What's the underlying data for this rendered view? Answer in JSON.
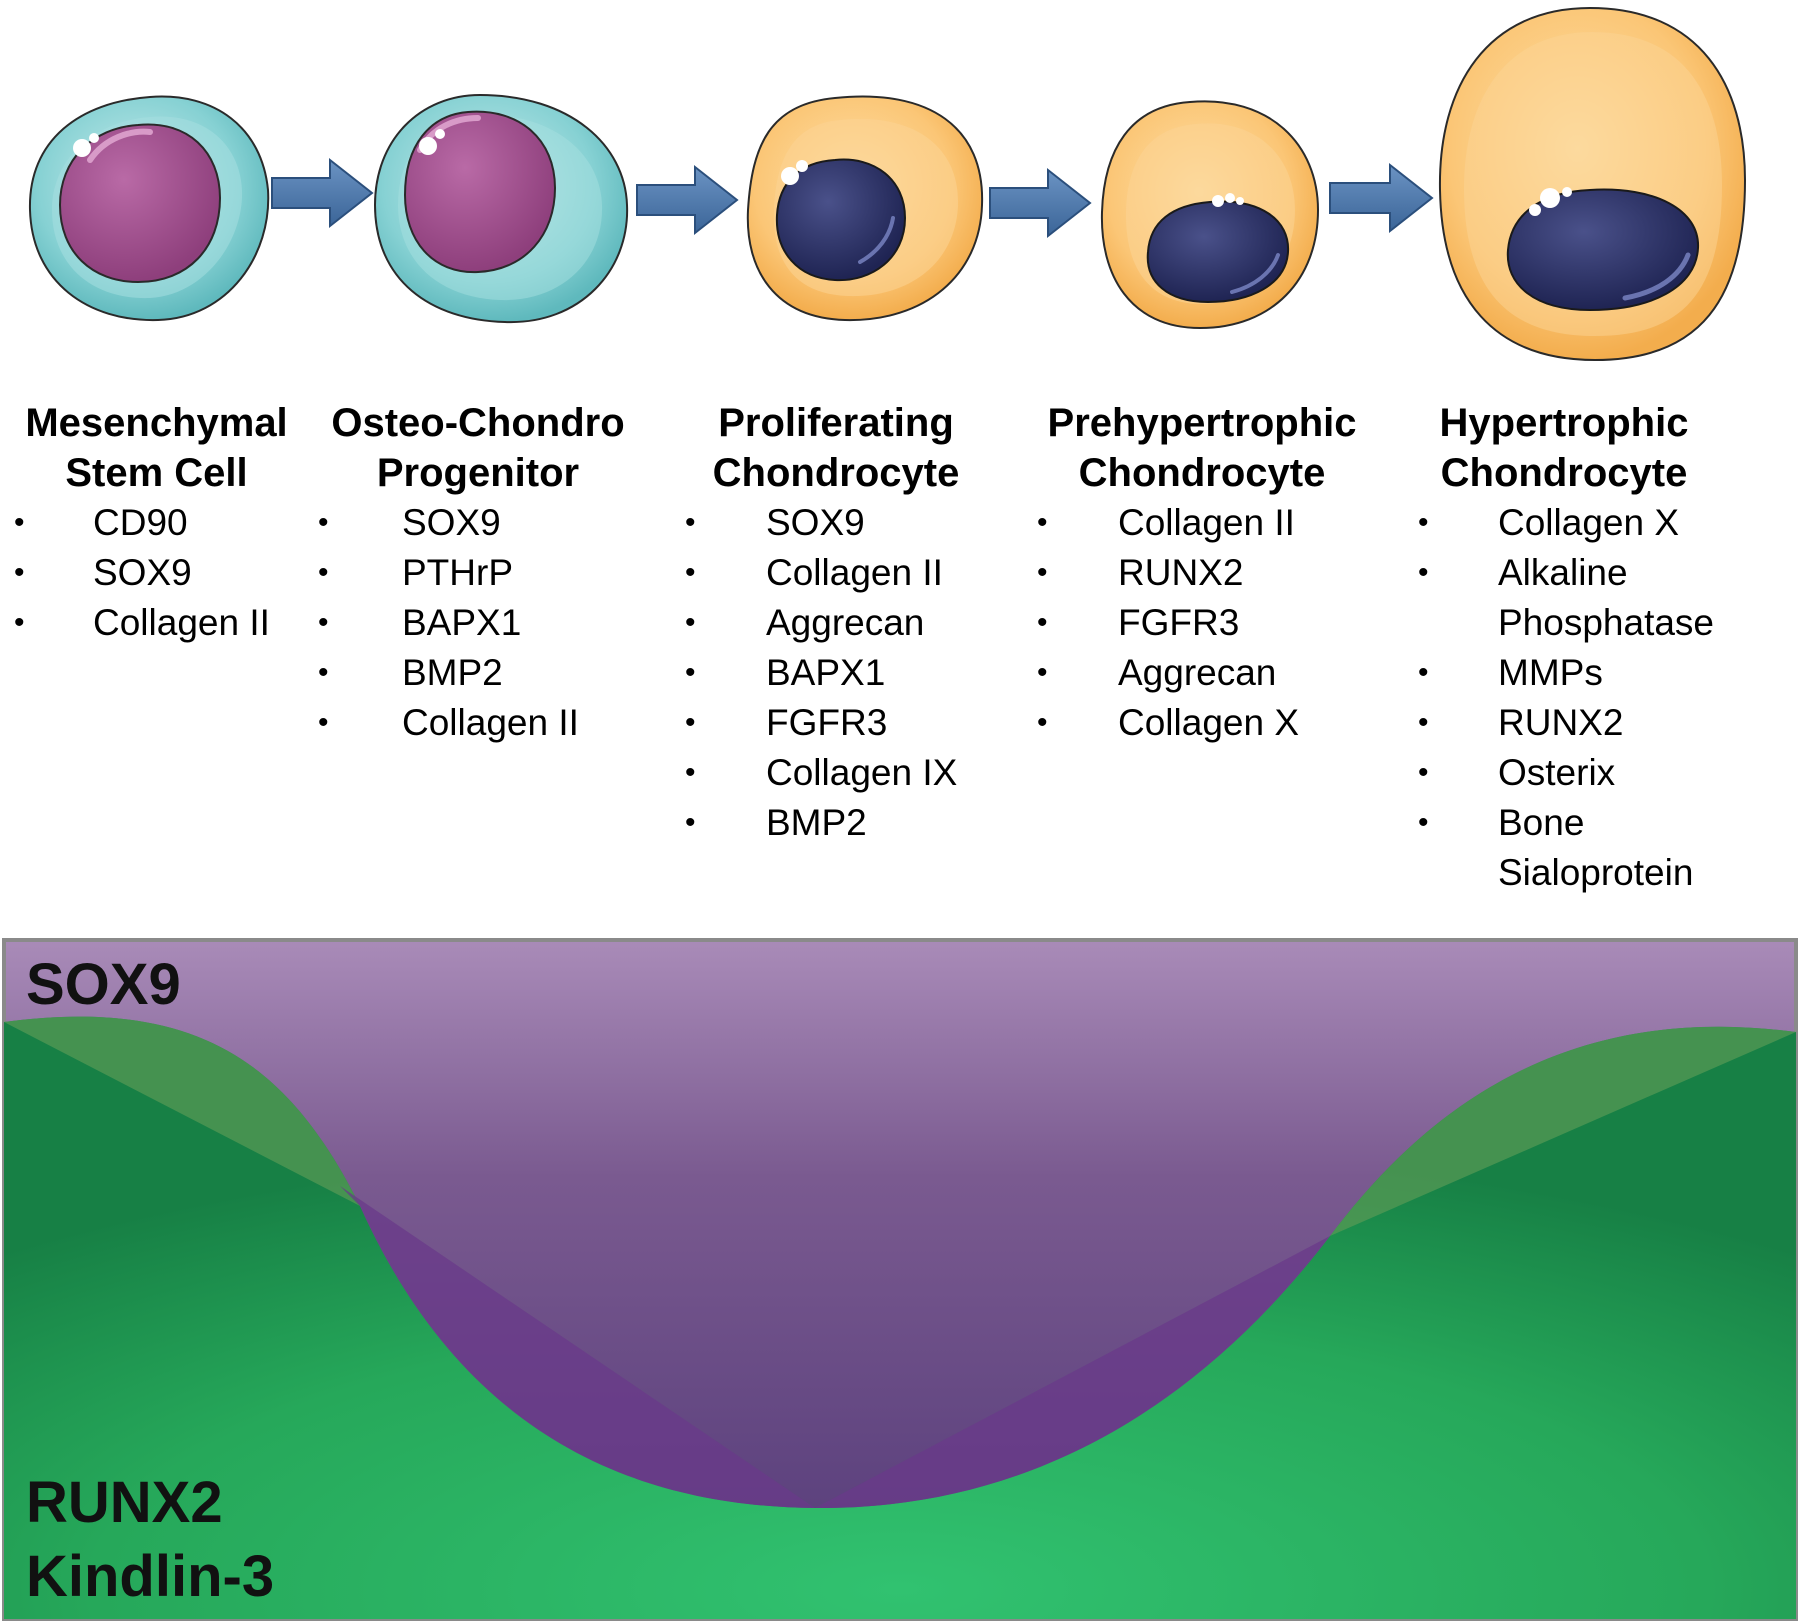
{
  "stages": [
    {
      "title": [
        "Mesenchymal",
        "Stem Cell"
      ],
      "markers": [
        "CD90",
        "SOX9",
        "Collagen II"
      ]
    },
    {
      "title": [
        "Osteo-Chondro",
        "Progenitor"
      ],
      "markers": [
        "SOX9",
        "PTHrP",
        "BAPX1",
        "BMP2",
        "Collagen II"
      ]
    },
    {
      "title": [
        "Proliferating",
        "Chondrocyte"
      ],
      "markers": [
        "SOX9",
        "Collagen II",
        "Aggrecan",
        "BAPX1",
        "FGFR3",
        "Collagen IX",
        "BMP2"
      ]
    },
    {
      "title": [
        "Prehypertrophic",
        "Chondrocyte"
      ],
      "markers": [
        "Collagen II",
        "RUNX2",
        "FGFR3",
        "Aggrecan",
        "Collagen X"
      ]
    },
    {
      "title": [
        "Hypertrophic",
        "Chondrocyte"
      ],
      "markers": [
        "Collagen X",
        "Alkaline Phosphatase",
        "MMPs",
        "RUNX2",
        "Osterix",
        "Bone Sialoprotein"
      ]
    }
  ],
  "bullet": "•",
  "expression": {
    "top_label": "SOX9",
    "bottom_labels": [
      "RUNX2",
      "Kindlin-3"
    ]
  },
  "colors": {
    "stem_cytoplasm": "#7ecfd1",
    "stem_nucleus": "#a2528f",
    "chondro_cytoplasm": "#fbc676",
    "chondro_nucleus": "#2e3466",
    "arrow": "#4d78ad",
    "sox9_region": "#76558d",
    "runx2_region": "#27a95c"
  }
}
